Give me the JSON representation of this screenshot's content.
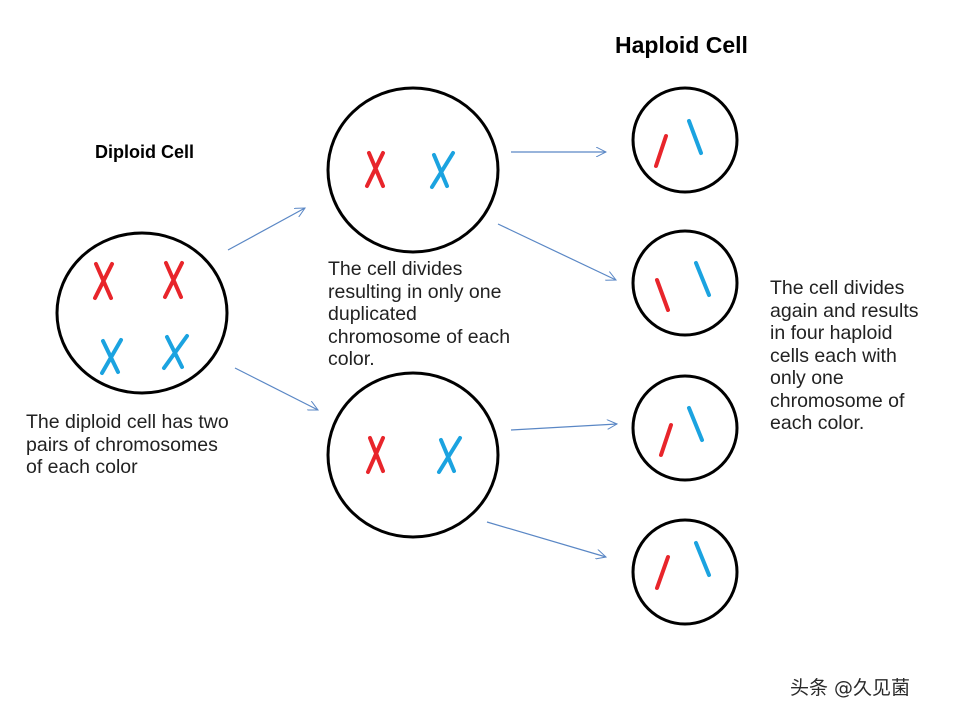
{
  "diagram": {
    "haploid_title": "Haploid Cell",
    "diploid_title": "Diploid Cell",
    "captions": {
      "diploid": [
        "The diploid cell has two",
        "pairs of chromosomes",
        "of each color"
      ],
      "first_division": [
        "The cell divides",
        "resulting in only one",
        "duplicated",
        "chromosome of each",
        "color."
      ],
      "second_division": [
        "The cell divides",
        "again and results",
        "in four haploid",
        "cells each with",
        "only one",
        "chromosome of",
        "each color."
      ]
    }
  },
  "watermark": "头条 @久见菌",
  "colors": {
    "chromosome_red": "#e8252b",
    "chromosome_blue": "#1ba3e0",
    "arrow": "#5a87c5",
    "cell_outline": "#000000"
  }
}
